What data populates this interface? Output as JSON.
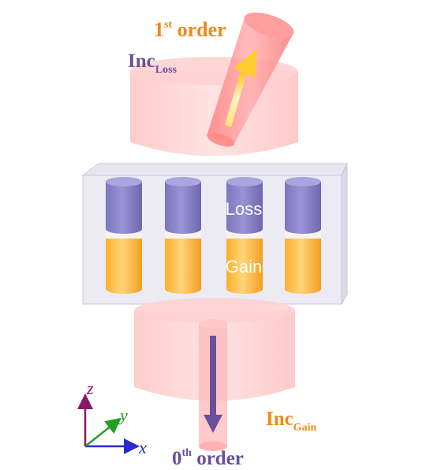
{
  "labels": {
    "first_order": {
      "main": "1",
      "sup": "st",
      "rest": " order"
    },
    "zeroth_order": {
      "main": "0",
      "sup": "th",
      "rest": " order"
    },
    "inc_loss": {
      "main": "Inc",
      "sub": "Loss"
    },
    "inc_gain": {
      "main": "Inc",
      "sub": "Gain"
    },
    "loss": "Loss",
    "gain": "Gain"
  },
  "axes": {
    "x": "x",
    "y": "y",
    "z": "z"
  },
  "cylinder_count": 4,
  "colors": {
    "orange_label": "#f08a16",
    "purple_label": "#6a4f99",
    "loss_top": "#8a82c6",
    "gain_bottom": "#ffb02e",
    "beam": "#ffb8b8",
    "axis_x": "#2a2acc",
    "axis_y": "#22a022",
    "axis_z": "#8a1a6a"
  }
}
